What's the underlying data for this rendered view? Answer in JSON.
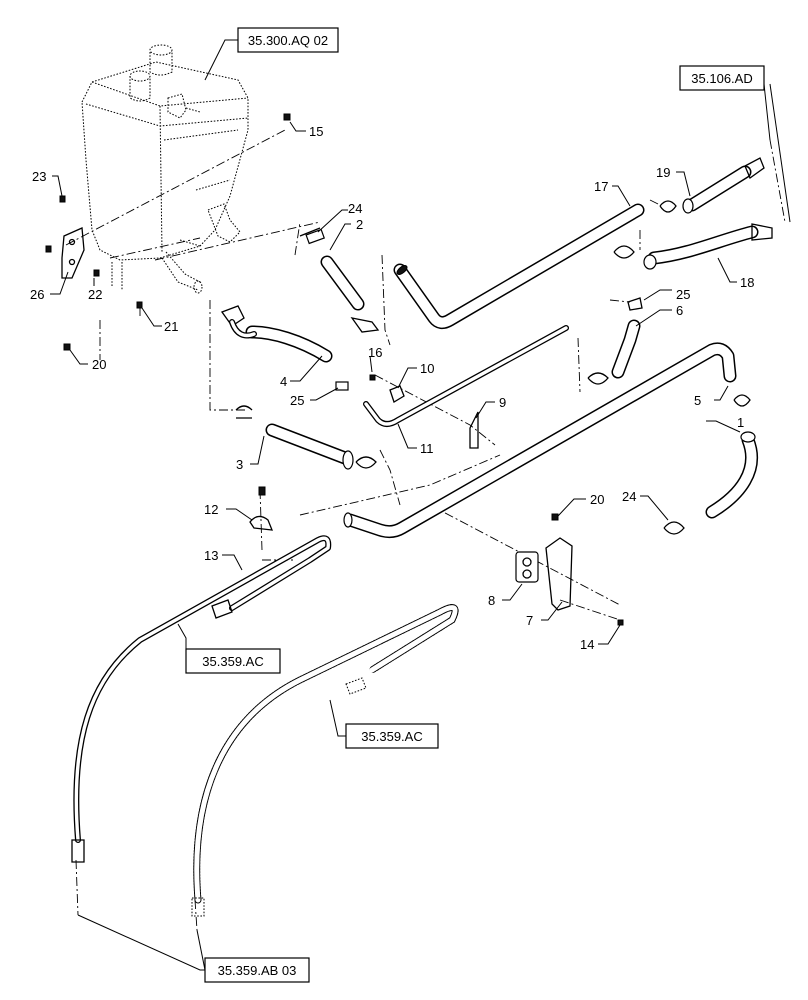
{
  "references": {
    "tank": "35.300.AQ 02",
    "top_right": "35.106.AD",
    "hose_left": "35.359.AC",
    "hose_right": "35.359.AC",
    "bottom": "35.359.AB 03"
  },
  "callouts": {
    "c1": "1",
    "c2": "2",
    "c3": "3",
    "c4": "4",
    "c5": "5",
    "c6": "6",
    "c7": "7",
    "c8": "8",
    "c9": "9",
    "c10": "10",
    "c11": "11",
    "c12": "12",
    "c13": "13",
    "c14": "14",
    "c15": "15",
    "c16": "16",
    "c17": "17",
    "c18": "18",
    "c19": "19",
    "c20a": "20",
    "c20b": "20",
    "c21": "21",
    "c22": "22",
    "c23": "23",
    "c24a": "24",
    "c24b": "24",
    "c25a": "25",
    "c25b": "25",
    "c26": "26"
  }
}
